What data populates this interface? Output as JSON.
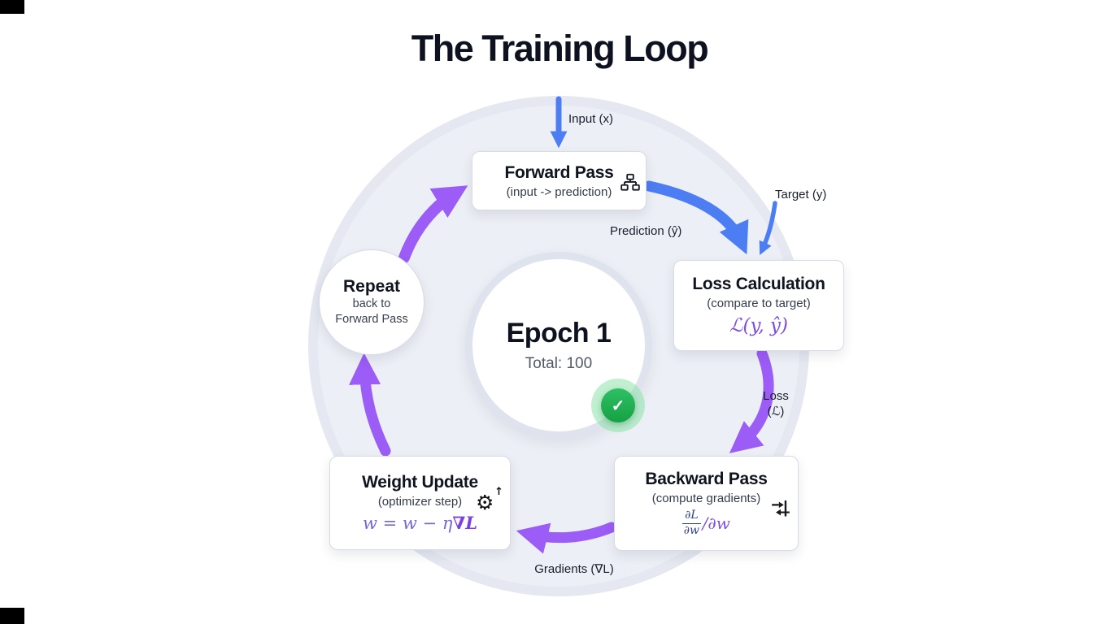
{
  "title": "The Training Loop",
  "center": {
    "epoch": "Epoch 1",
    "total": "Total: 100",
    "check": "✓"
  },
  "nodes": {
    "forward": {
      "title": "Forward Pass",
      "subtitle": "(input -> prediction)"
    },
    "loss": {
      "title": "Loss Calculation",
      "subtitle": "(compare to target)",
      "formula": "ℒ(y, ŷ)"
    },
    "backward": {
      "title": "Backward Pass",
      "subtitle": "(compute gradients)",
      "frac_num": "∂L",
      "frac_den": "∂w",
      "formula_tail": "/∂w"
    },
    "weight": {
      "title": "Weight Update",
      "subtitle": "(optimizer step)",
      "formula_a": "w = w − η",
      "formula_b": "∇L"
    },
    "repeat": {
      "title": "Repeat",
      "line1": "back to",
      "line2": "Forward Pass"
    }
  },
  "arrow_labels": {
    "input": "Input (x)",
    "target": "Target (y)",
    "prediction": "Prediction (ŷ)",
    "loss_top": "Loss",
    "loss_bottom": "(ℒ)",
    "gradients": "Gradients (∇L)"
  },
  "colors": {
    "flow_blue": "#4d7df2",
    "flow_purple": "#9c5cf6",
    "formula_purple": "#7c4fe0",
    "formula_navy": "#2f3f8f",
    "check_green": "#1fae53",
    "circle_fill": "#edeff6"
  }
}
